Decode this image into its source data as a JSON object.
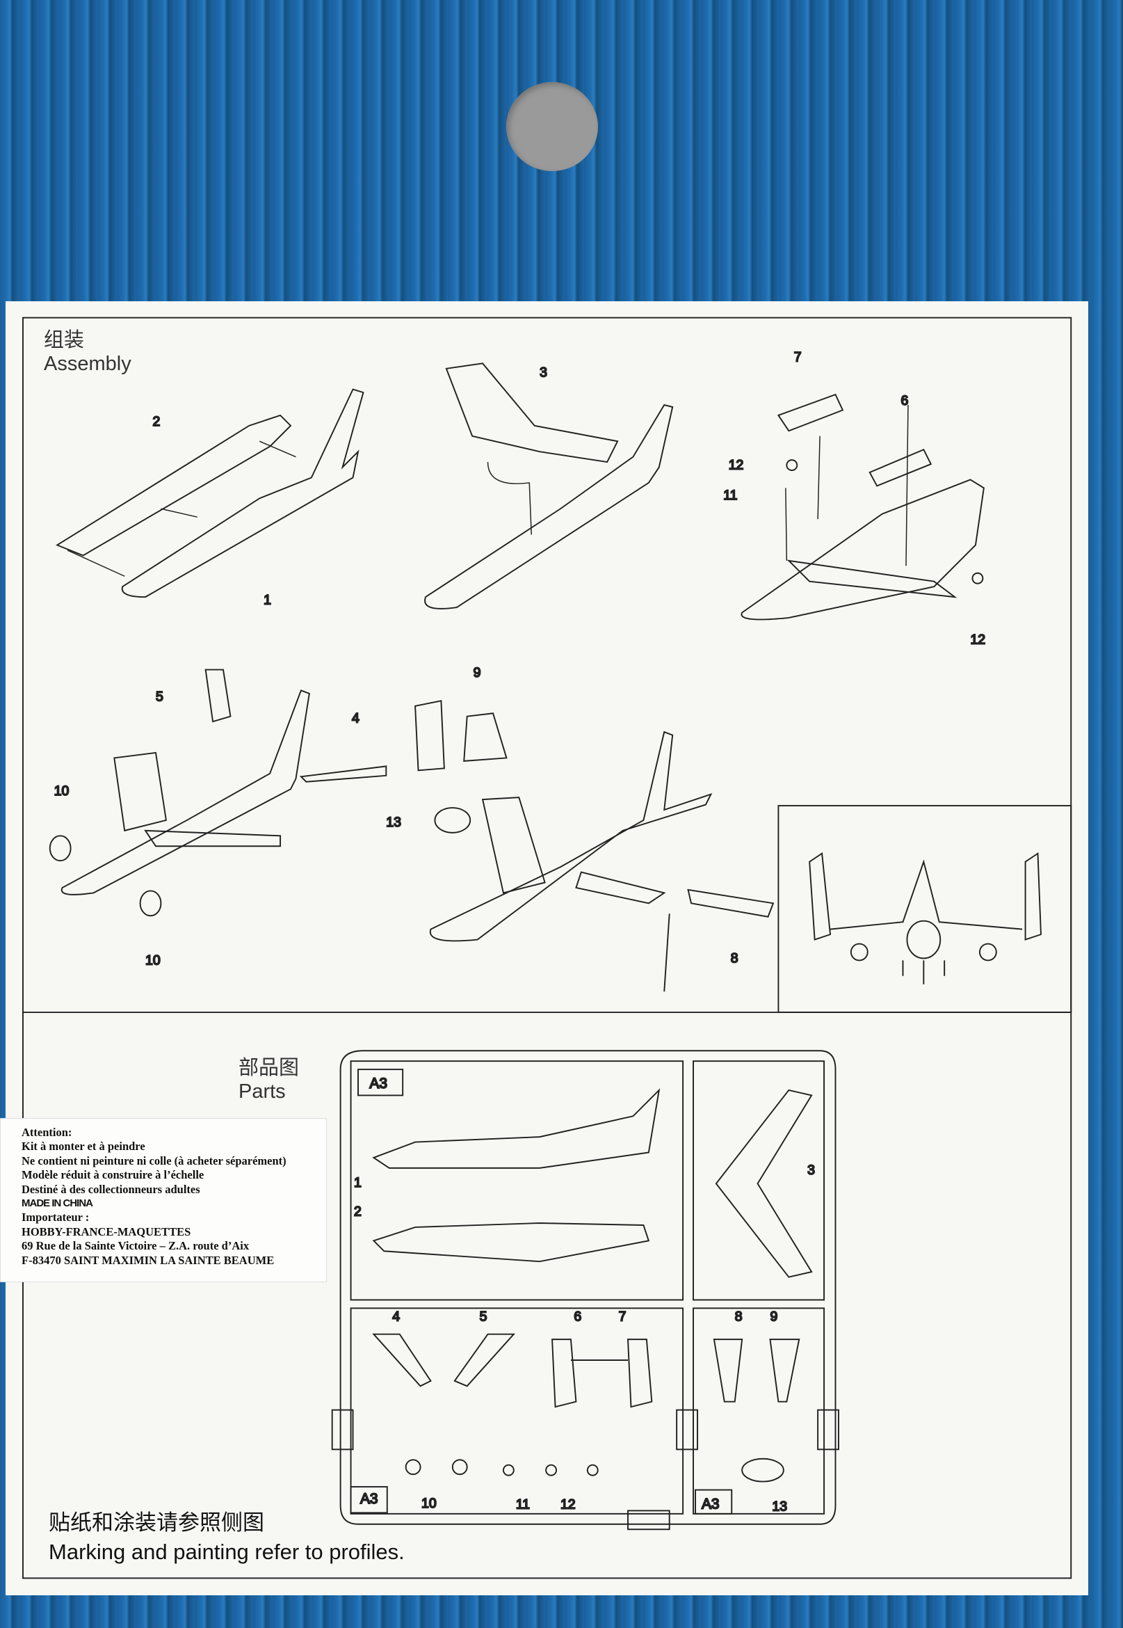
{
  "assembly": {
    "title_cn": "组装",
    "title_en": "Assembly"
  },
  "parts": {
    "title_cn": "部品图",
    "title_en": "Parts"
  },
  "assembly_part_labels": [
    "2",
    "1",
    "3",
    "7",
    "6",
    "12",
    "11",
    "12",
    "5",
    "4",
    "10",
    "10",
    "9",
    "13",
    "8"
  ],
  "sprue_labels": {
    "sprue_id_top": "A3",
    "sprue_id_bottom_left": "A3",
    "sprue_id_bottom_right": "A3",
    "parts": [
      "1",
      "2",
      "3",
      "4",
      "5",
      "6",
      "7",
      "8",
      "9",
      "10",
      "11",
      "12",
      "13"
    ]
  },
  "sticker": {
    "lines": [
      "Attention:",
      "Kit à monter et à peindre",
      "Ne contient ni peinture ni colle (à acheter séparément)",
      "Modèle réduit à construire à l’échelle",
      "Destiné à des collectionneurs adultes",
      "MADE IN CHINA",
      "Importateur :",
      "HOBBY-FRANCE-MAQUETTES",
      "69 Rue de la Sainte Victoire – Z.A. route d’Aix",
      "F-83470 SAINT MAXIMIN LA SAINTE BEAUME"
    ]
  },
  "footer": {
    "note_cn": "贴纸和涂装请参照侧图",
    "note_en": "Marking and painting refer to profiles."
  },
  "colors": {
    "backing_blue": "#1f6db0",
    "paper": "#f7f7f4",
    "ink": "#222222"
  }
}
